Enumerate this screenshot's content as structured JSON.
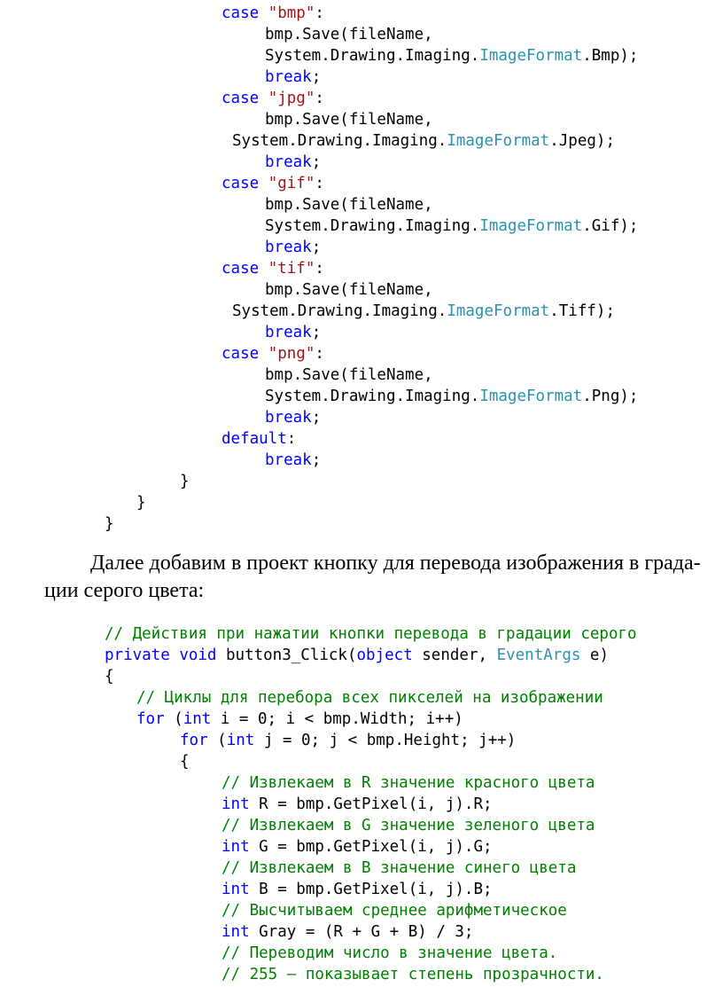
{
  "colors": {
    "keyword": "#0000ff",
    "string": "#a31515",
    "type": "#2b91af",
    "comment": "#008000",
    "text": "#000000"
  },
  "code_block_1": [
    {
      "indent": 250,
      "tokens": [
        {
          "t": "kw",
          "v": "case"
        },
        {
          "t": "p",
          "v": " "
        },
        {
          "t": "str",
          "v": "\"bmp\""
        },
        {
          "t": "p",
          "v": ":"
        }
      ]
    },
    {
      "indent": 299,
      "tokens": [
        {
          "t": "p",
          "v": "bmp.Save(fileName,"
        }
      ]
    },
    {
      "indent": 299,
      "tokens": [
        {
          "t": "p",
          "v": "System.Drawing.Imaging."
        },
        {
          "t": "ty",
          "v": "ImageFormat"
        },
        {
          "t": "p",
          "v": ".Bmp);"
        }
      ]
    },
    {
      "indent": 299,
      "tokens": [
        {
          "t": "kw",
          "v": "break"
        },
        {
          "t": "p",
          "v": ";"
        }
      ]
    },
    {
      "indent": 250,
      "tokens": [
        {
          "t": "kw",
          "v": "case"
        },
        {
          "t": "p",
          "v": " "
        },
        {
          "t": "str",
          "v": "\"jpg\""
        },
        {
          "t": "p",
          "v": ":"
        }
      ]
    },
    {
      "indent": 299,
      "tokens": [
        {
          "t": "p",
          "v": "bmp.Save(fileName,"
        }
      ]
    },
    {
      "indent": 262,
      "tokens": [
        {
          "t": "p",
          "v": "System.Drawing.Imaging."
        },
        {
          "t": "ty",
          "v": "ImageFormat"
        },
        {
          "t": "p",
          "v": ".Jpeg);"
        }
      ]
    },
    {
      "indent": 299,
      "tokens": [
        {
          "t": "kw",
          "v": "break"
        },
        {
          "t": "p",
          "v": ";"
        }
      ]
    },
    {
      "indent": 250,
      "tokens": [
        {
          "t": "kw",
          "v": "case"
        },
        {
          "t": "p",
          "v": " "
        },
        {
          "t": "str",
          "v": "\"gif\""
        },
        {
          "t": "p",
          "v": ":"
        }
      ]
    },
    {
      "indent": 299,
      "tokens": [
        {
          "t": "p",
          "v": "bmp.Save(fileName,"
        }
      ]
    },
    {
      "indent": 299,
      "tokens": [
        {
          "t": "p",
          "v": "System.Drawing.Imaging."
        },
        {
          "t": "ty",
          "v": "ImageFormat"
        },
        {
          "t": "p",
          "v": ".Gif);"
        }
      ]
    },
    {
      "indent": 299,
      "tokens": [
        {
          "t": "kw",
          "v": "break"
        },
        {
          "t": "p",
          "v": ";"
        }
      ]
    },
    {
      "indent": 250,
      "tokens": [
        {
          "t": "kw",
          "v": "case"
        },
        {
          "t": "p",
          "v": " "
        },
        {
          "t": "str",
          "v": "\"tif\""
        },
        {
          "t": "p",
          "v": ":"
        }
      ]
    },
    {
      "indent": 299,
      "tokens": [
        {
          "t": "p",
          "v": "bmp.Save(fileName,"
        }
      ]
    },
    {
      "indent": 262,
      "tokens": [
        {
          "t": "p",
          "v": "System.Drawing.Imaging."
        },
        {
          "t": "ty",
          "v": "ImageFormat"
        },
        {
          "t": "p",
          "v": ".Tiff);"
        }
      ]
    },
    {
      "indent": 299,
      "tokens": [
        {
          "t": "kw",
          "v": "break"
        },
        {
          "t": "p",
          "v": ";"
        }
      ]
    },
    {
      "indent": 250,
      "tokens": [
        {
          "t": "kw",
          "v": "case"
        },
        {
          "t": "p",
          "v": " "
        },
        {
          "t": "str",
          "v": "\"png\""
        },
        {
          "t": "p",
          "v": ":"
        }
      ]
    },
    {
      "indent": 299,
      "tokens": [
        {
          "t": "p",
          "v": "bmp.Save(fileName,"
        }
      ]
    },
    {
      "indent": 299,
      "tokens": [
        {
          "t": "p",
          "v": "System.Drawing.Imaging."
        },
        {
          "t": "ty",
          "v": "ImageFormat"
        },
        {
          "t": "p",
          "v": ".Png);"
        }
      ]
    },
    {
      "indent": 299,
      "tokens": [
        {
          "t": "kw",
          "v": "break"
        },
        {
          "t": "p",
          "v": ";"
        }
      ]
    },
    {
      "indent": 250,
      "tokens": [
        {
          "t": "kw",
          "v": "default"
        },
        {
          "t": "p",
          "v": ":"
        }
      ]
    },
    {
      "indent": 299,
      "tokens": [
        {
          "t": "kw",
          "v": "break"
        },
        {
          "t": "p",
          "v": ";"
        }
      ]
    },
    {
      "indent": 203,
      "tokens": [
        {
          "t": "p",
          "v": "}"
        }
      ]
    },
    {
      "indent": 154,
      "tokens": [
        {
          "t": "p",
          "v": "}"
        }
      ]
    },
    {
      "indent": 118,
      "tokens": [
        {
          "t": "p",
          "v": "}"
        }
      ]
    }
  ],
  "prose": {
    "line1": "Далее добавим в проект кнопку для перевода изображения в града-",
    "line2": "ции серого цвета:"
  },
  "code_block_2": [
    {
      "indent": 118,
      "tokens": [
        {
          "t": "cm",
          "v": "// Действия при нажатии кнопки перевода в градации серого"
        }
      ]
    },
    {
      "indent": 118,
      "tokens": [
        {
          "t": "kw",
          "v": "private"
        },
        {
          "t": "p",
          "v": " "
        },
        {
          "t": "kw",
          "v": "void"
        },
        {
          "t": "p",
          "v": " button3_Click("
        },
        {
          "t": "kw",
          "v": "object"
        },
        {
          "t": "p",
          "v": " sender, "
        },
        {
          "t": "ty",
          "v": "EventArgs"
        },
        {
          "t": "p",
          "v": " e)"
        }
      ]
    },
    {
      "indent": 118,
      "tokens": [
        {
          "t": "p",
          "v": "{"
        }
      ]
    },
    {
      "indent": 154,
      "tokens": [
        {
          "t": "cm",
          "v": "// Циклы для перебора всех пикселей на изображении"
        }
      ]
    },
    {
      "indent": 154,
      "tokens": [
        {
          "t": "kw",
          "v": "for"
        },
        {
          "t": "p",
          "v": " ("
        },
        {
          "t": "kw",
          "v": "int"
        },
        {
          "t": "p",
          "v": " i = 0; i < bmp.Width; i++)"
        }
      ]
    },
    {
      "indent": 203,
      "tokens": [
        {
          "t": "kw",
          "v": "for"
        },
        {
          "t": "p",
          "v": " ("
        },
        {
          "t": "kw",
          "v": "int"
        },
        {
          "t": "p",
          "v": " j = 0; j < bmp.Height; j++)"
        }
      ]
    },
    {
      "indent": 203,
      "tokens": [
        {
          "t": "p",
          "v": "{"
        }
      ]
    },
    {
      "indent": 250,
      "tokens": [
        {
          "t": "cm",
          "v": "// Извлекаем в R значение красного цвета"
        }
      ]
    },
    {
      "indent": 250,
      "tokens": [
        {
          "t": "kw",
          "v": "int"
        },
        {
          "t": "p",
          "v": " R = bmp.GetPixel(i, j).R;"
        }
      ]
    },
    {
      "indent": 250,
      "tokens": [
        {
          "t": "cm",
          "v": "// Извлекаем в G значение зеленого цвета"
        }
      ]
    },
    {
      "indent": 250,
      "tokens": [
        {
          "t": "kw",
          "v": "int"
        },
        {
          "t": "p",
          "v": " G = bmp.GetPixel(i, j).G;"
        }
      ]
    },
    {
      "indent": 250,
      "tokens": [
        {
          "t": "cm",
          "v": "// Извлекаем в B значение синего цвета"
        }
      ]
    },
    {
      "indent": 250,
      "tokens": [
        {
          "t": "kw",
          "v": "int"
        },
        {
          "t": "p",
          "v": " B = bmp.GetPixel(i, j).B;"
        }
      ]
    },
    {
      "indent": 250,
      "tokens": [
        {
          "t": "cm",
          "v": "// Высчитываем среднее арифметическое"
        }
      ]
    },
    {
      "indent": 250,
      "tokens": [
        {
          "t": "kw",
          "v": "int"
        },
        {
          "t": "p",
          "v": " Gray = (R + G + B) / 3;"
        }
      ]
    },
    {
      "indent": 250,
      "tokens": [
        {
          "t": "cm",
          "v": "// Переводим число в значение цвета."
        }
      ]
    },
    {
      "indent": 250,
      "tokens": [
        {
          "t": "cm",
          "v": "// 255 – показывает степень прозрачности."
        }
      ]
    }
  ]
}
